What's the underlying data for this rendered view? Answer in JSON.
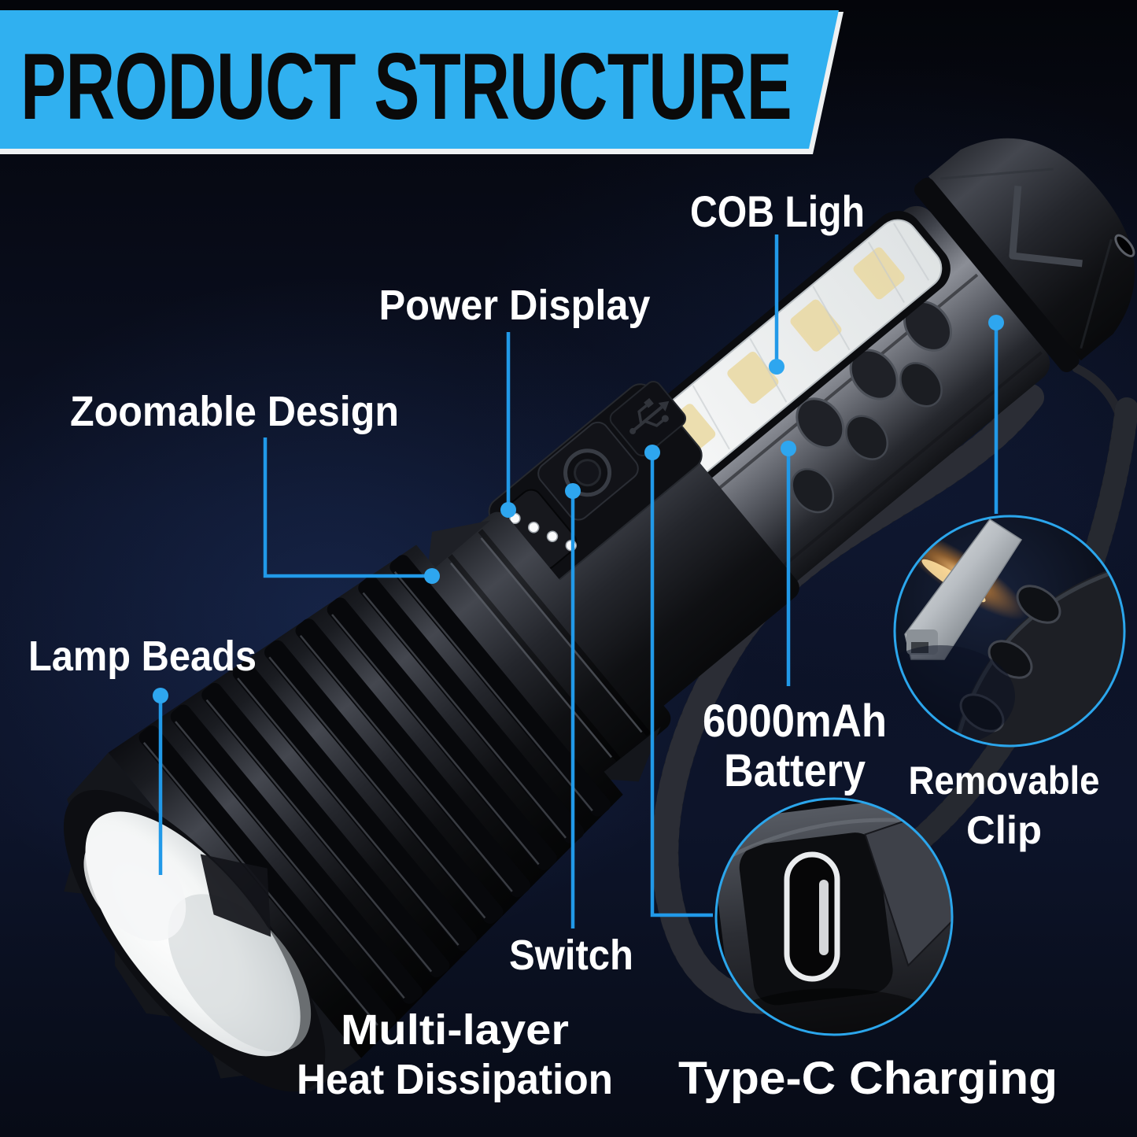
{
  "banner": {
    "title": "PRODUCT STRUCTURE",
    "bg_color": "#30b0f0",
    "text_color": "#0a0a0a",
    "border_color": "#eef1f2"
  },
  "labels": {
    "cob": "COB Ligh",
    "power_display": "Power Display",
    "zoomable": "Zoomable Design",
    "lamp_beads": "Lamp Beads",
    "battery_line1": "6000mAh",
    "battery_line2": "Battery",
    "removable_line1": "Removable",
    "removable_line2": "Clip",
    "switch": "Switch",
    "heat_line1": "Multi-layer",
    "heat_line2": "Heat Dissipation",
    "typec": "Type-C Charging"
  },
  "colors": {
    "background": "#0c1226",
    "leader_line": "#2199e8",
    "leader_dot": "#2ea6ef",
    "label_text": "#ffffff",
    "inset_border": "#2ba6ec"
  },
  "icons": {
    "usb_icon": "usb-trident-symbol",
    "tail_chevron": "chevron-left-mark",
    "power_indicator": "four-led-dots"
  }
}
